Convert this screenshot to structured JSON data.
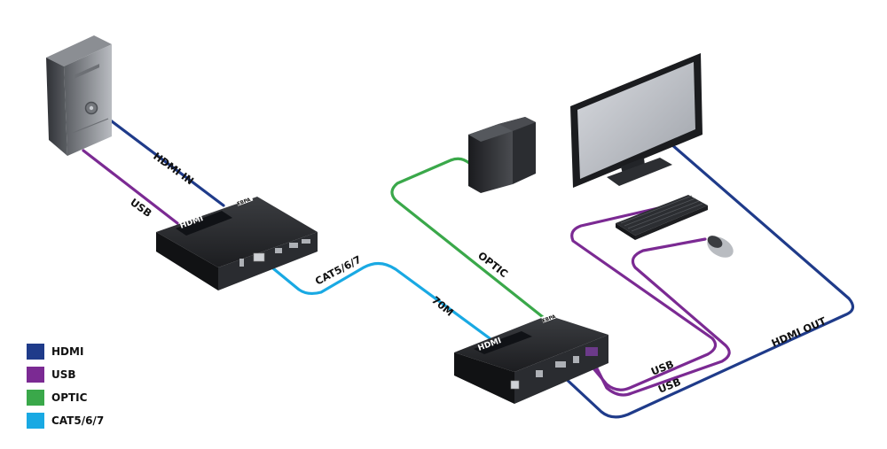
{
  "colors": {
    "hdmi": "#1f3b8a",
    "usb": "#7b2a93",
    "optic": "#3aa84a",
    "cat": "#19a9e3"
  },
  "labels": {
    "hdmi_in": "HDMI IN",
    "usb_tx": "USB",
    "cat": "CAT5/6/7",
    "distance": "70M",
    "optic": "OPTIC",
    "usb_rx_1": "USB",
    "usb_rx_2": "USB",
    "hdmi_out": "HDMI OUT"
  },
  "legend": [
    {
      "label": "HDMI",
      "color": "#1f3b8a"
    },
    {
      "label": "USB",
      "color": "#7b2a93"
    },
    {
      "label": "OPTIC",
      "color": "#3aa84a"
    },
    {
      "label": "CAT5/6/7",
      "color": "#19a9e3"
    }
  ],
  "devices": {
    "brand": "EBPA",
    "hdmi_text": "HDMI"
  }
}
